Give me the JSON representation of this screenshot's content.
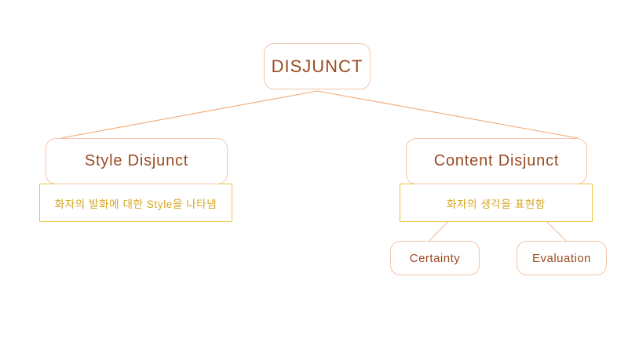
{
  "diagram": {
    "type": "hierarchy-tree",
    "root": {
      "label": "DISJUNCT"
    },
    "branches": [
      {
        "label": "Style Disjunct",
        "description": "화자의 발화에 대한 Style을 나타냄",
        "children": []
      },
      {
        "label": "Content Disjunct",
        "description": "화자의 생각을 표현함",
        "children": [
          {
            "label": "Certainty"
          },
          {
            "label": "Evaluation"
          }
        ]
      }
    ],
    "colors": {
      "node_border": "#f3c6ab",
      "node_text": "#9a4a21",
      "desc_border": "#edc63f",
      "desc_text": "#d4a621",
      "connector": "#efa977",
      "connector_light": "#f3c6ab",
      "background": "#ffffff"
    }
  }
}
